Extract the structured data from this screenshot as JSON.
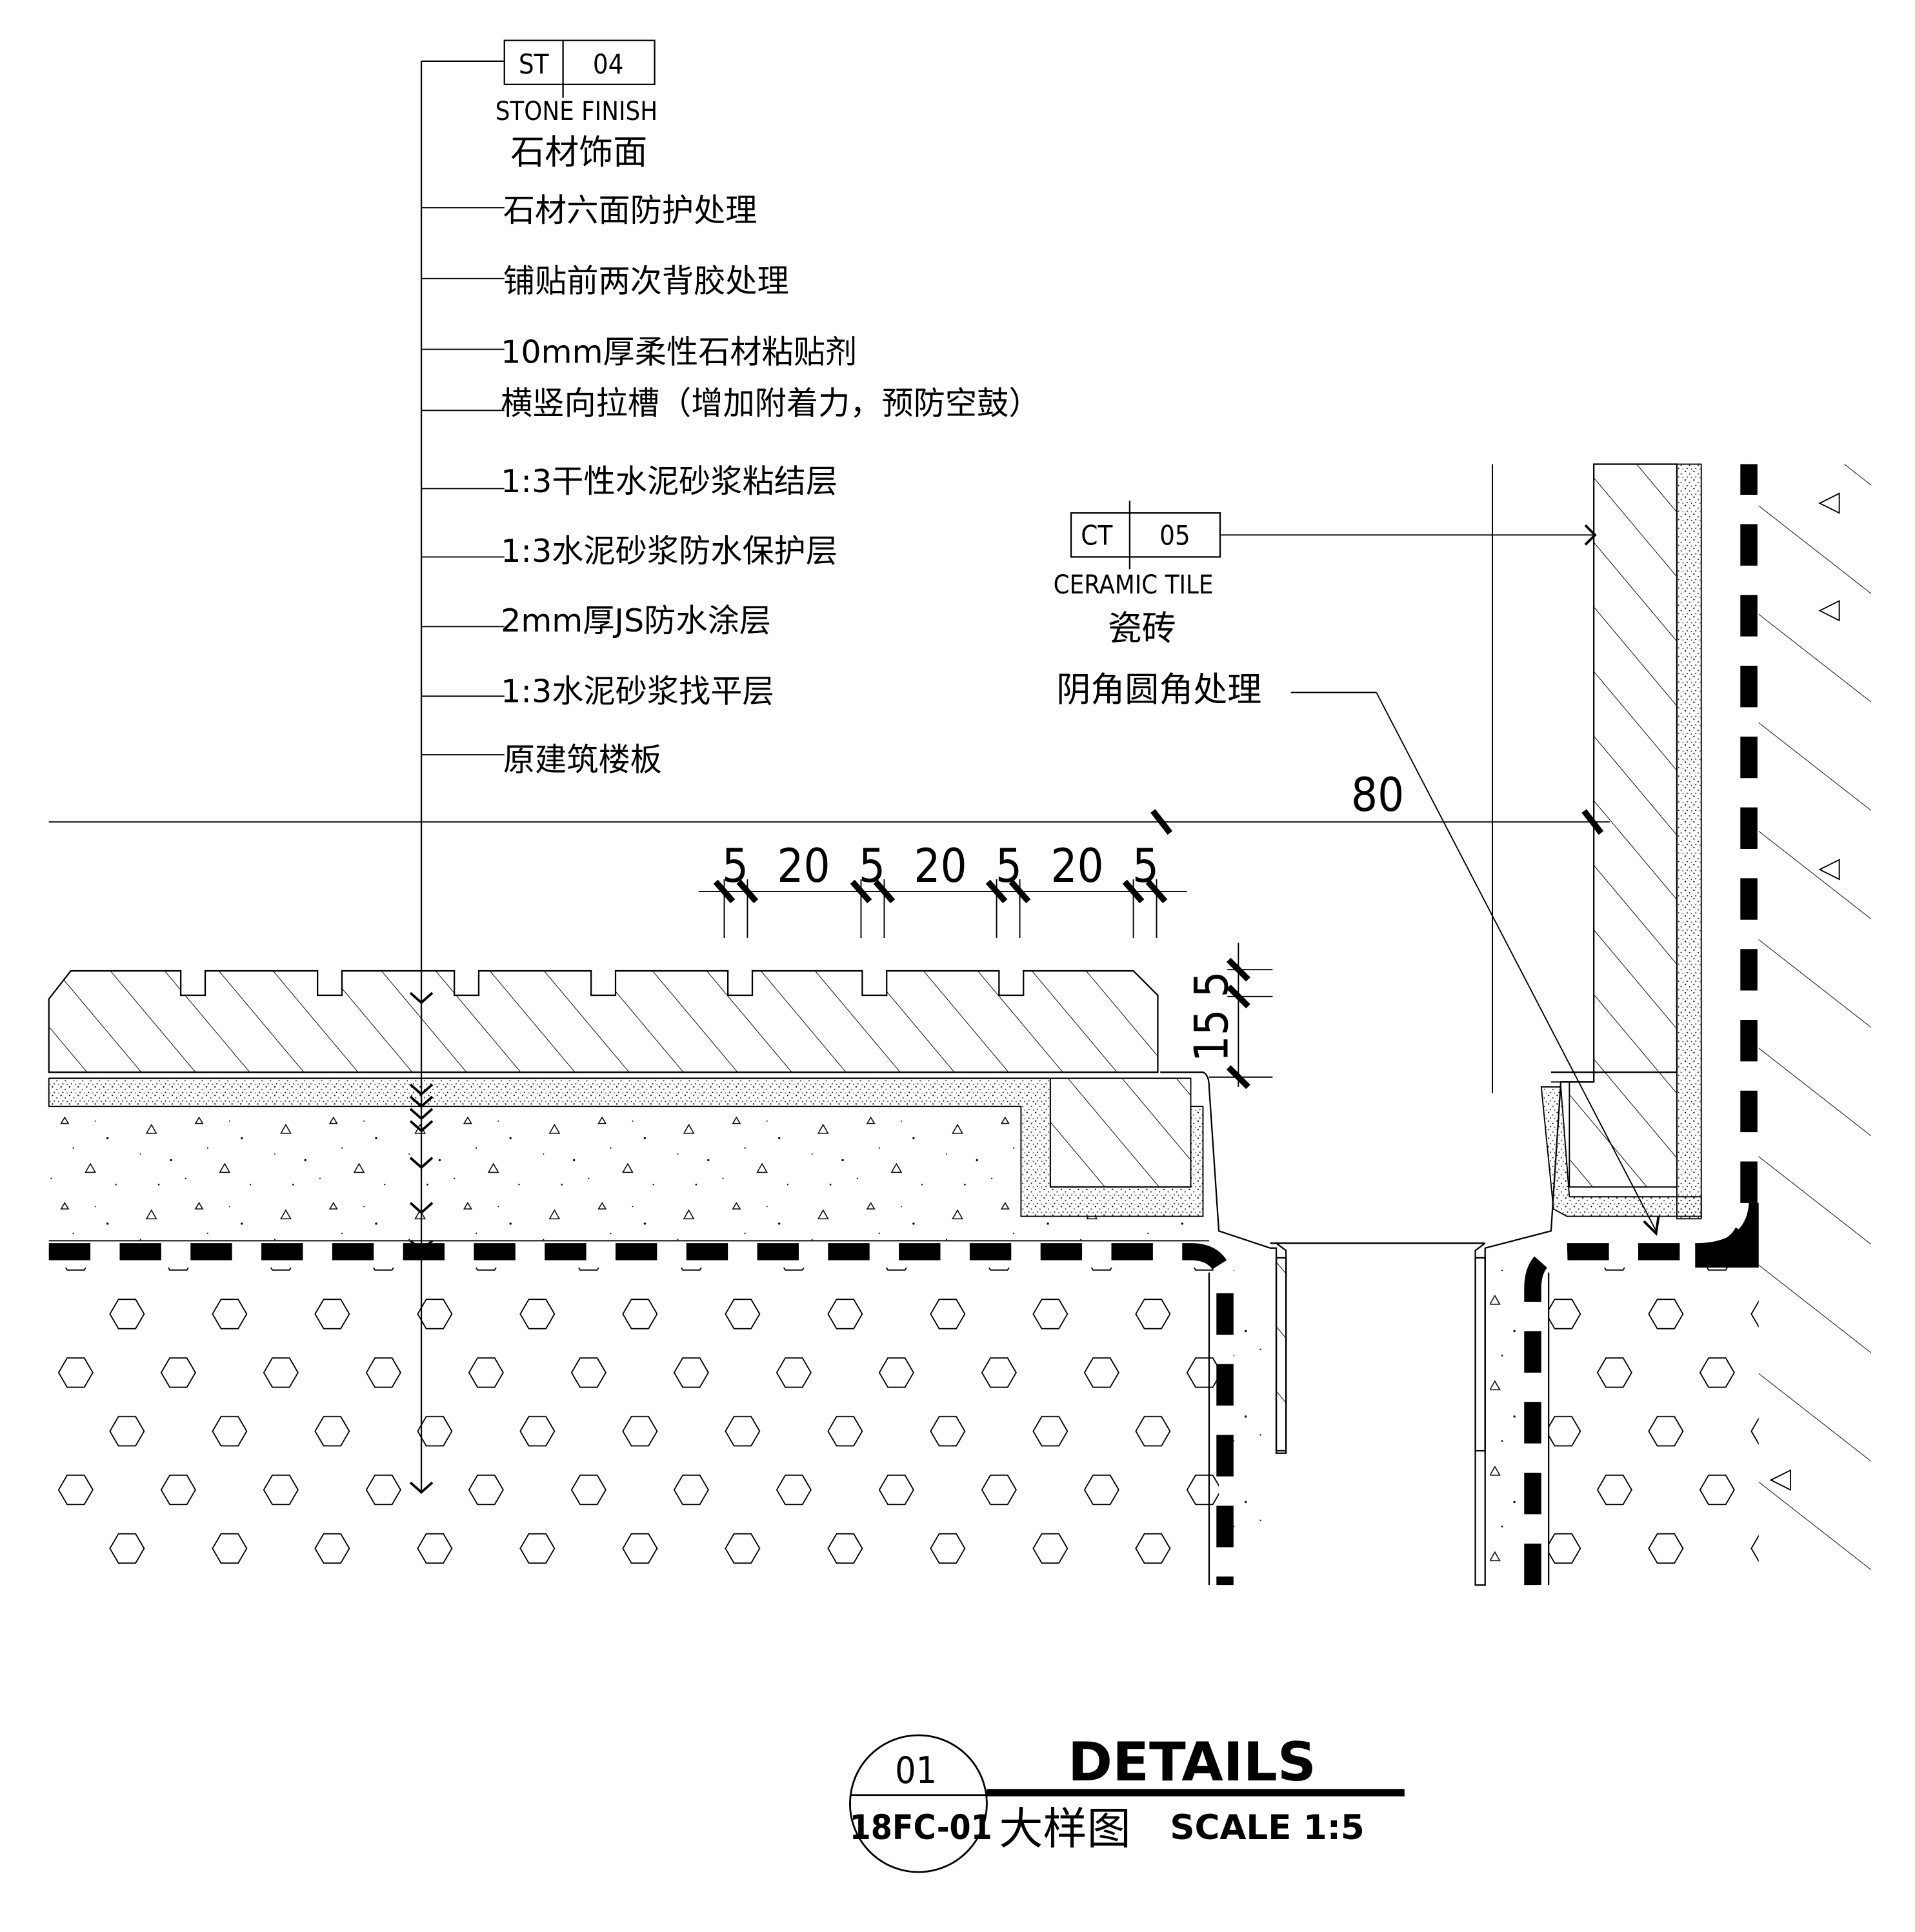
{
  "stone_tag": {
    "code": "ST",
    "number": "04",
    "name_en": "STONE FINISH",
    "name_cn": "石材饰面"
  },
  "layers": [
    "石材六面防护处理",
    "铺贴前两次背胶处理",
    "10mm厚柔性石材粘贴剂",
    "横竖向拉槽（增加附着力，预防空鼓）",
    "1:3干性水泥砂浆粘结层",
    "1:3水泥砂浆防水保护层",
    "2mm厚JS防水涂层",
    "1:3水泥砂浆找平层",
    "原建筑楼板"
  ],
  "tile_tag": {
    "code": "CT",
    "number": "05",
    "name_en": "CERAMIC TILE",
    "name_cn": "瓷砖"
  },
  "corner_note": "阴角圆角处理",
  "dimensions": {
    "width": "80",
    "grooves": [
      "5",
      "20",
      "5",
      "20",
      "5",
      "20",
      "5"
    ],
    "thickness": [
      "15",
      "5"
    ]
  },
  "title_block": {
    "detail_no": "01",
    "sheet_no": "18FC-01",
    "title_en": "DETAILS",
    "title_cn": "大样图",
    "scale": "SCALE 1:5"
  },
  "colors": {
    "ink": "#000000",
    "paper": "#ffffff"
  }
}
